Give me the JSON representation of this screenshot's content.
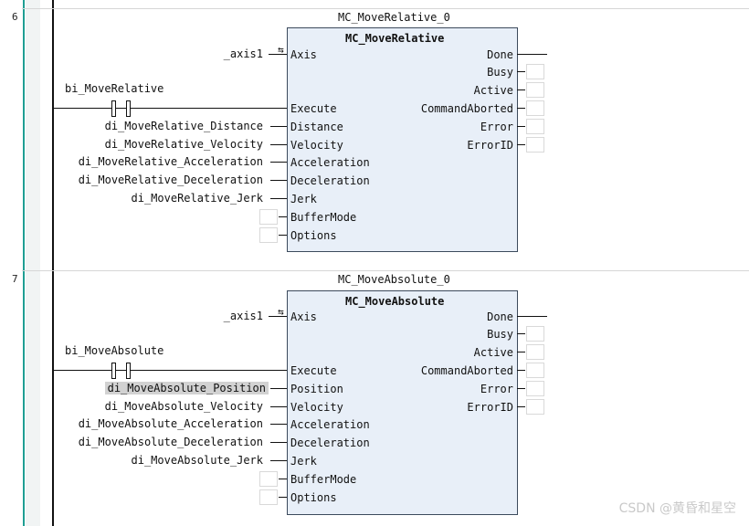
{
  "rungs": [
    {
      "number": "6",
      "instance": "MC_MoveRelative_0",
      "fb_type": "MC_MoveRelative",
      "axis_var": "_axis1",
      "execute_var": "bi_MoveRelative",
      "inputs": [
        {
          "pin": "Axis",
          "var": "_axis1"
        },
        {
          "pin": "Execute",
          "var": ""
        },
        {
          "pin": "Distance",
          "var": "di_MoveRelative_Distance"
        },
        {
          "pin": "Velocity",
          "var": "di_MoveRelative_Velocity"
        },
        {
          "pin": "Acceleration",
          "var": "di_MoveRelative_Acceleration"
        },
        {
          "pin": "Deceleration",
          "var": "di_MoveRelative_Deceleration"
        },
        {
          "pin": "Jerk",
          "var": "di_MoveRelative_Jerk"
        },
        {
          "pin": "BufferMode",
          "var": ""
        },
        {
          "pin": "Options",
          "var": ""
        }
      ],
      "outputs": [
        "Done",
        "Busy",
        "Active",
        "CommandAborted",
        "Error",
        "ErrorID"
      ]
    },
    {
      "number": "7",
      "instance": "MC_MoveAbsolute_0",
      "fb_type": "MC_MoveAbsolute",
      "axis_var": "_axis1",
      "execute_var": "bi_MoveAbsolute",
      "inputs": [
        {
          "pin": "Axis",
          "var": "_axis1"
        },
        {
          "pin": "Execute",
          "var": ""
        },
        {
          "pin": "Position",
          "var": "di_MoveAbsolute_Position"
        },
        {
          "pin": "Velocity",
          "var": "di_MoveAbsolute_Velocity"
        },
        {
          "pin": "Acceleration",
          "var": "di_MoveAbsolute_Acceleration"
        },
        {
          "pin": "Deceleration",
          "var": "di_MoveAbsolute_Deceleration"
        },
        {
          "pin": "Jerk",
          "var": "di_MoveAbsolute_Jerk"
        },
        {
          "pin": "BufferMode",
          "var": ""
        },
        {
          "pin": "Options",
          "var": ""
        }
      ],
      "outputs": [
        "Done",
        "Busy",
        "Active",
        "CommandAborted",
        "Error",
        "ErrorID"
      ]
    }
  ],
  "watermark": "CSDN @黄昏和星空"
}
